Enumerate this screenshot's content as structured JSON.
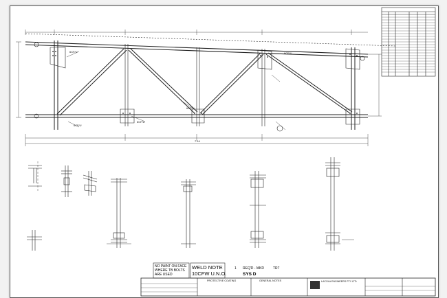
{
  "notes": {
    "paint_line1": "NO PAINT ON FACE",
    "paint_line2": "WHERE TB BOLTS",
    "paint_line3": "ARE USED",
    "weld_title": "WELD NOTE",
    "weld_text": "10CFW U.N.O."
  },
  "mark": {
    "qty": "1",
    "req_label": "REQ'D - MKD",
    "mark_no": "TR7",
    "system": "SYS D"
  },
  "title_block": {
    "coating_heading": "PROTECTIVE COATING",
    "general_notes_heading": "GENERAL NOTES",
    "company": "LACOLA ENGINEERS PTY LTD"
  },
  "truss_labels": {
    "chord_1": "6CF/U",
    "chord_2": "6CF/U",
    "chord_3": "6CF/U",
    "chord_4": "6CF/U",
    "chord_5": "6CF/U",
    "span": "7.14"
  }
}
